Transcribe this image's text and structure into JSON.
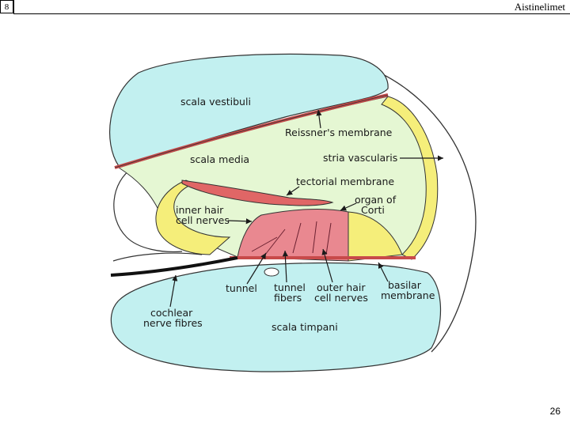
{
  "slide": {
    "number": "8",
    "title": "Aistinelimet",
    "page_number": "26"
  },
  "diagram": {
    "labels": {
      "scala_vestibuli": "scala vestibuli",
      "reissners_membrane": "Reissner's membrane",
      "scala_media": "scala media",
      "stria_vascularis": "stria vascularis",
      "tectorial_membrane": "tectorial membrane",
      "organ_of_corti_line1": "organ of",
      "organ_of_corti_line2": "Corti",
      "inner_hair_line1": "inner hair",
      "inner_hair_line2": "cell nerves",
      "tunnel": "tunnel",
      "tunnel_fibers_line1": "tunnel",
      "tunnel_fibers_line2": "fibers",
      "outer_hair_line1": "outer hair",
      "outer_hair_line2": "cell nerves",
      "basilar_line1": "basilar",
      "basilar_line2": "membrane",
      "cochlear_line1": "cochlear",
      "cochlear_line2": "nerve fibres",
      "scala_timpani": "scala timpani"
    },
    "colors": {
      "fluid_scala": "#c2f0f0",
      "scala_media": "#e5f7d3",
      "membrane": "#e06666",
      "organ_of_corti": "#e98890",
      "supporting_cells": "#f5ee7a",
      "outline": "#222222"
    }
  }
}
